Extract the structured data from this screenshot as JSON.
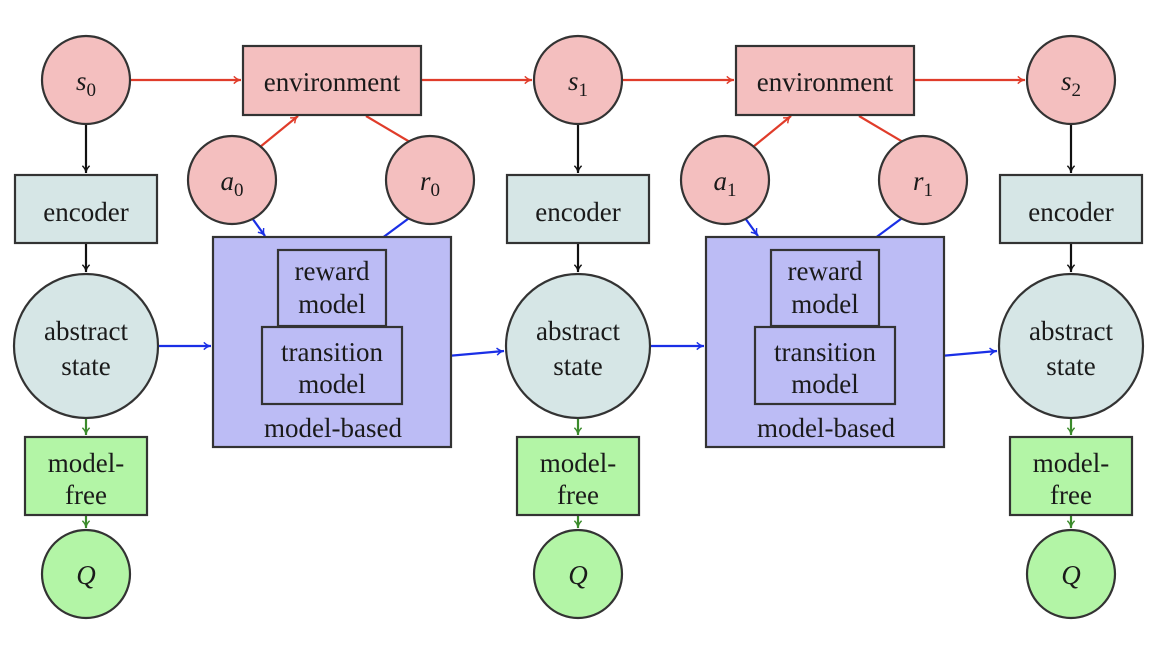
{
  "labels": {
    "environment": "environment",
    "encoder": "encoder",
    "abstract_state": [
      "abstract",
      "state"
    ],
    "model_free": [
      "model-",
      "free"
    ],
    "q": "Q",
    "model_based": "model-based",
    "reward_model": [
      "reward",
      "model"
    ],
    "transition_model": [
      "transition",
      "model"
    ]
  },
  "states": [
    {
      "letter": "s",
      "sub": "0"
    },
    {
      "letter": "s",
      "sub": "1"
    },
    {
      "letter": "s",
      "sub": "2"
    }
  ],
  "actions": [
    {
      "letter": "a",
      "sub": "0"
    },
    {
      "letter": "a",
      "sub": "1"
    }
  ],
  "rewards": [
    {
      "letter": "r",
      "sub": "0"
    },
    {
      "letter": "r",
      "sub": "1"
    }
  ],
  "colors": {
    "environment_fill": "#f4bfbf",
    "encoder_fill": "#d6e6e6",
    "model_free_fill": "#b3f5a6",
    "model_based_fill": "#bcbcf5",
    "red_arrow": "#e03c2a",
    "blue_arrow": "#1a2fe6",
    "green_arrow": "#3a8a2a",
    "black_arrow": "#111111"
  }
}
